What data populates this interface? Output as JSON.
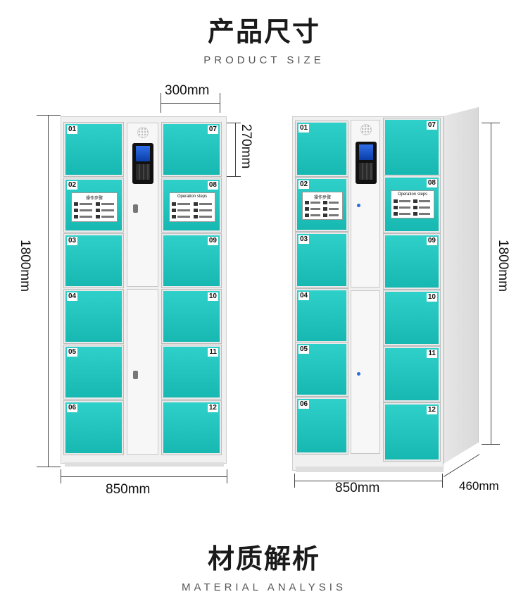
{
  "header": {
    "title_cn": "产品尺寸",
    "title_en": "PRODUCT SIZE"
  },
  "footer": {
    "title_cn": "材质解析",
    "title_en": "MATERIAL ANALYSIS"
  },
  "dimensions": {
    "door_width": "300mm",
    "door_height": "270mm",
    "height_front": "1800mm",
    "width_front": "850mm",
    "height_side": "1800mm",
    "width_side": "850mm",
    "depth": "460mm"
  },
  "doors": {
    "left": [
      "01",
      "02",
      "03",
      "04",
      "05",
      "06"
    ],
    "right": [
      "07",
      "08",
      "09",
      "10",
      "11",
      "12"
    ]
  },
  "sign": {
    "left_title": "操作步骤",
    "right_title": "Operation steps"
  },
  "colors": {
    "door": "#1fc2bb",
    "cabinet": "#f0f0f0"
  }
}
